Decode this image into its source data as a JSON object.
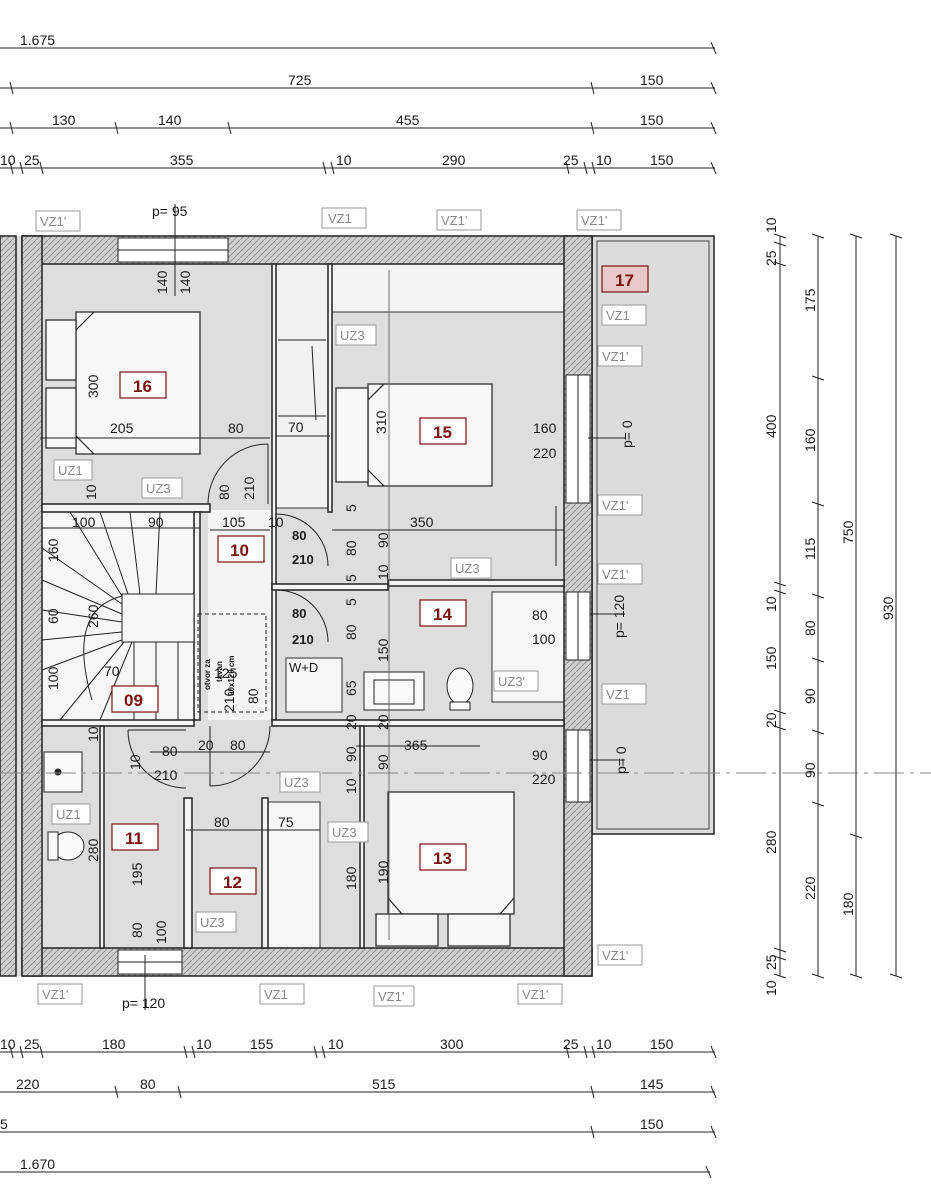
{
  "colors": {
    "floor": "#dcdcdc",
    "wall": "#cfcfcf",
    "line": "#222222",
    "room_label": "#7a1010",
    "tag": "#8a8a8a"
  },
  "top_dims": {
    "row1": [
      "1.675"
    ],
    "row2": [
      "725",
      "150"
    ],
    "row3": [
      "130",
      "140",
      "455",
      "150"
    ],
    "row4": [
      "10",
      "25",
      "355",
      "10",
      "290",
      "25",
      "10",
      "150"
    ]
  },
  "bottom_dims": {
    "row1": [
      "10",
      "25",
      "180",
      "10",
      "155",
      "10",
      "300",
      "25",
      "10",
      "150"
    ],
    "row2": [
      "220",
      "80",
      "515",
      "145"
    ],
    "row3": [
      "5",
      "150"
    ],
    "row4": [
      "1.670"
    ]
  },
  "right_dims": {
    "col1": [
      "25",
      "10",
      "400",
      "10",
      "150",
      "20",
      "280",
      "10",
      "25"
    ],
    "col2": [
      "175",
      "160",
      "115",
      "80",
      "90",
      "90",
      "220"
    ],
    "col3": [
      "750",
      "180"
    ],
    "col4": [
      "930"
    ]
  },
  "rooms": [
    "16",
    "15",
    "17",
    "10",
    "14",
    "09",
    "11",
    "12",
    "13"
  ],
  "tags": [
    "VZ1'",
    "VZ1",
    "VZ1'",
    "VZ1'",
    "VZ1",
    "VZ1'",
    "UZ3",
    "VZ1'",
    "UZ1",
    "UZ3",
    "VZ1'",
    "UZ3",
    "UZ3'",
    "VZ1",
    "UZ1",
    "UZ3",
    "UZ3",
    "UZ3",
    "VZ1'",
    "VZ1'",
    "VZ1",
    "VZ1'",
    "VZ1'"
  ],
  "parapets": [
    "p= 95",
    "p= 0",
    "p= 120",
    "p= 0",
    "p= 120"
  ],
  "interior_dims": [
    "140",
    "140",
    "300",
    "205",
    "80",
    "70",
    "310",
    "160",
    "220",
    "10",
    "80",
    "210",
    "100",
    "90",
    "105",
    "10",
    "80",
    "210",
    "5",
    "80",
    "90",
    "350",
    "160",
    "260",
    "60",
    "5",
    "5",
    "10",
    "80",
    "210",
    "80",
    "150",
    "80",
    "100",
    "70",
    "100",
    "125",
    "210",
    "80",
    "65",
    "20",
    "20",
    "365",
    "10",
    "80",
    "20",
    "80",
    "90",
    "90",
    "90",
    "220",
    "210",
    "80",
    "75",
    "10",
    "10",
    "280",
    "195",
    "180",
    "190",
    "80",
    "100"
  ],
  "labels": {
    "opening": [
      "otvor za",
      "tavan",
      "90x120 cm"
    ],
    "wd": "W+D"
  }
}
